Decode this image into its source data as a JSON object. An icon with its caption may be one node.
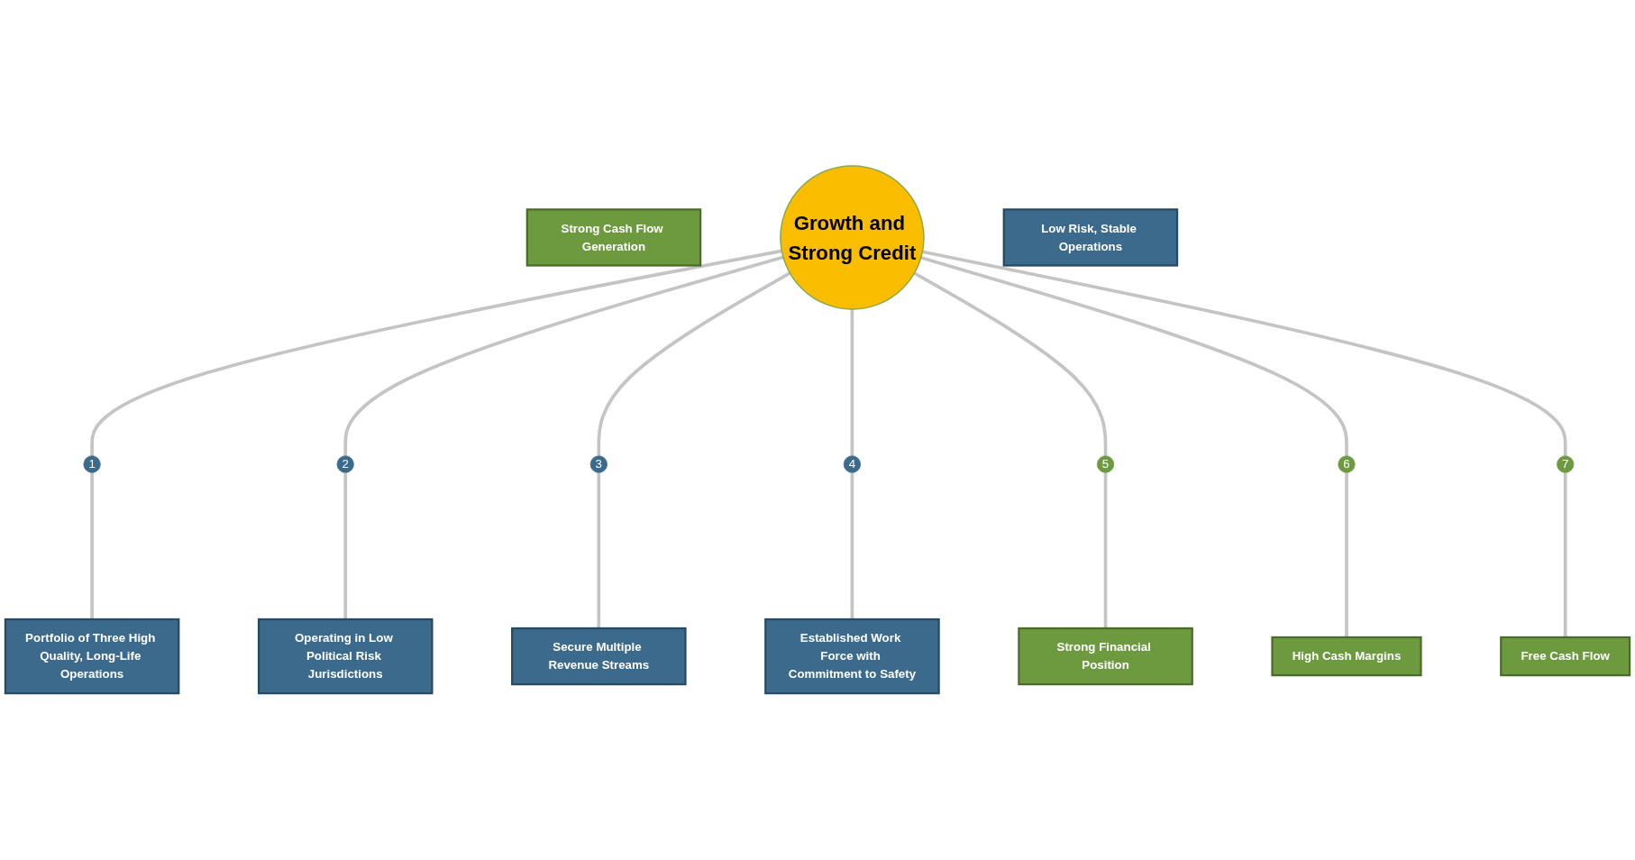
{
  "diagram": {
    "nodes": [
      {
        "text": [
          "Strong Cash Flow Generation"
        ]
      },
      {
        "text": [
          "Portfolio of Three High Quality, Long-Life Operations"
        ]
      },
      {
        "text": [
          "Free Cash Flow"
        ]
      },
      {
        "text": [
          "Operating in Low Political Risk Jurisdictions"
        ]
      },
      {
        "text": [
          "1"
        ]
      },
      {
        "text": [
          "7"
        ]
      },
      {
        "text": [
          "2"
        ]
      },
      {
        "text": [
          "High Cash Margins"
        ]
      },
      {
        "text": [
          "6"
        ]
      },
      {
        "text": [
          "Growth and Strong Credit"
        ]
      },
      {
        "text": [
          "3"
        ]
      },
      {
        "text": [
          "Secure Multiple Revenue Streams"
        ]
      },
      {
        "text": [
          "5"
        ]
      },
      {
        "text": [
          "4"
        ]
      },
      {
        "text": [
          "Strong Financial Position"
        ]
      },
      {
        "text": [
          "Established Work Force with Commitment to Safety"
        ]
      },
      {
        "text": [
          "Low Risk, Stable Operations"
        ]
      }
    ],
    "edges": [
      {
        "from": 9,
        "to": 4,
        "arrow": "none"
      },
      {
        "from": 4,
        "to": 1,
        "arrow": "none"
      },
      {
        "from": 9,
        "to": 6,
        "arrow": "none"
      },
      {
        "from": 6,
        "to": 3,
        "arrow": "none"
      },
      {
        "from": 9,
        "to": 10,
        "arrow": "none"
      },
      {
        "from": 10,
        "to": 11,
        "arrow": "none"
      },
      {
        "from": 9,
        "to": 13,
        "arrow": "none"
      },
      {
        "from": 13,
        "to": 15,
        "arrow": "none"
      },
      {
        "from": 9,
        "to": 12,
        "arrow": "none"
      },
      {
        "from": 12,
        "to": 14,
        "arrow": "none"
      },
      {
        "from": 9,
        "to": 8,
        "arrow": "none"
      },
      {
        "from": 8,
        "to": 7,
        "arrow": "none"
      },
      {
        "from": 9,
        "to": 5,
        "arrow": "none"
      },
      {
        "from": 5,
        "to": 2,
        "arrow": "none"
      }
    ]
  }
}
